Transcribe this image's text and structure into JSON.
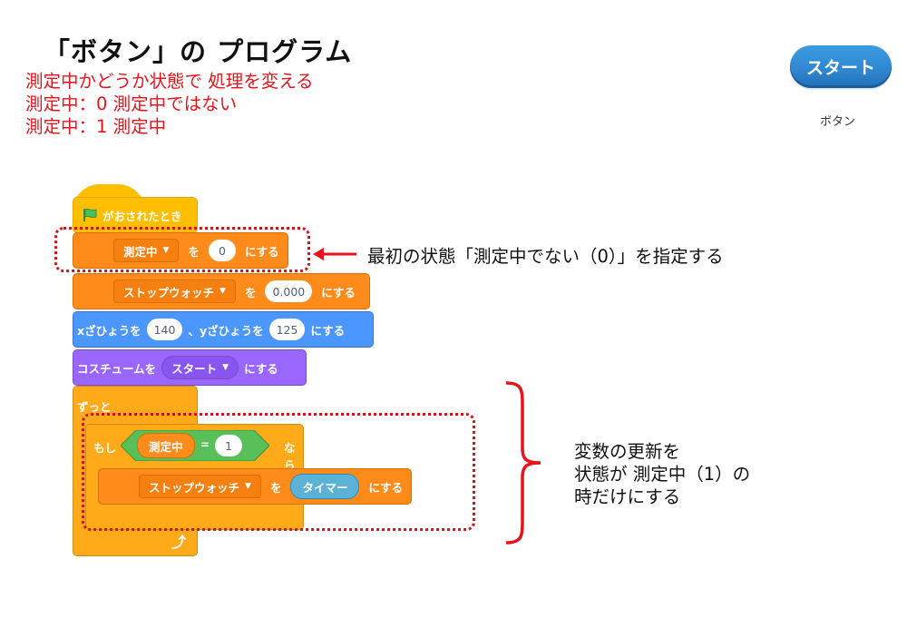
{
  "header": {
    "title": "「ボタン」の プログラム",
    "lines": [
      "測定中かどうか状態で 処理を変える",
      "測定中：0  測定中ではない",
      "測定中：1 測定中"
    ]
  },
  "sprite": {
    "button_label": "スタート",
    "caption": "ボタン"
  },
  "script": {
    "hat": {
      "text": "がおされたとき",
      "icon": "green-flag-icon"
    },
    "set_var1": {
      "var": "測定中",
      "to": "を",
      "value": "0",
      "suffix": "にする"
    },
    "set_var2": {
      "var": "ストップウォッチ",
      "to": "を",
      "value": "0.000",
      "suffix": "にする"
    },
    "goto": {
      "x_label": "xざひょうを",
      "x": "140",
      "sep": "、yざひょうを",
      "y": "125",
      "suffix": "にする"
    },
    "costume": {
      "label": "コスチュームを",
      "value": "スタート",
      "suffix": "にする"
    },
    "forever": {
      "label": "ずっと",
      "icon": "loop-arrow-icon"
    },
    "if": {
      "label": "もし",
      "var": "測定中",
      "op": "=",
      "value": "1",
      "then": "なら"
    },
    "set_var3": {
      "var": "ストップウォッチ",
      "to": "を",
      "reporter": "タイマー",
      "suffix": "にする"
    }
  },
  "annotations": {
    "first_state": "最初の状態「測定中でない（0）」を指定する",
    "update_note": [
      "変数の更新を",
      "状態が 測定中（1）の",
      "時だけにする"
    ]
  },
  "colors": {
    "accent_red": "#e8141c",
    "events": "#ffbf00",
    "variables": "#ff8c1a",
    "motion": "#4c97ff",
    "looks": "#9966ff",
    "control": "#ffab19",
    "operators": "#59c059",
    "sensing": "#5cb1d6"
  }
}
